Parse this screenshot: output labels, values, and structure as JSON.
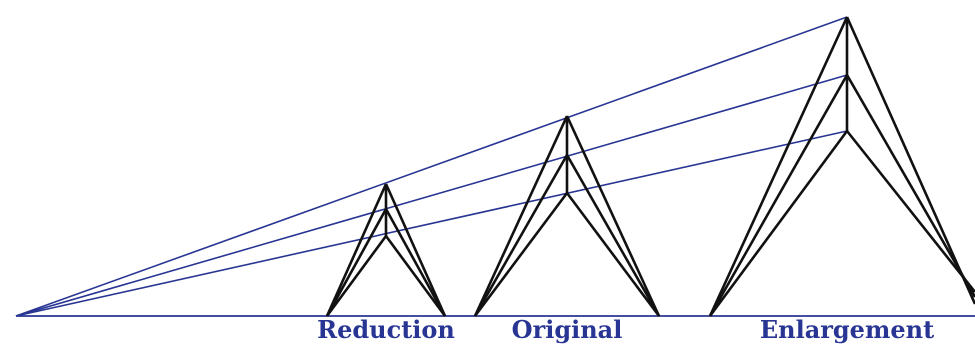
{
  "labels": {
    "reduction": "Reduction",
    "original": "Original",
    "enlargement": "Enlargement"
  },
  "colors": {
    "projection_lines": "#283593",
    "figure_lines": "#111111",
    "label_text": "#283593"
  }
}
